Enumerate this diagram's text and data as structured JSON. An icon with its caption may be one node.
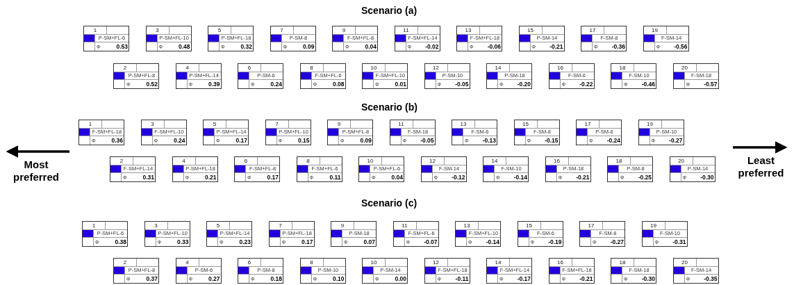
{
  "diagram": {
    "nodes": [
      {
        "text": [
          "1",
          "P-SM+FL-6",
          "Φ",
          "0.53"
        ]
      },
      {
        "text": [
          "3",
          "P-SM+FL-10",
          "Φ",
          "0.48"
        ]
      },
      {
        "text": [
          "5",
          "P-SM+FL-18",
          "Φ",
          "0.32"
        ]
      },
      {
        "text": [
          "7",
          "P-SM-8",
          "Φ",
          "0.09"
        ]
      },
      {
        "text": [
          "9",
          "F-SM+FL-8",
          "Φ",
          "0.04"
        ]
      },
      {
        "text": [
          "11",
          "F-SM+FL-14",
          "Φ",
          "-0.02"
        ]
      },
      {
        "text": [
          "13",
          "F-SM+FL-18",
          "Φ",
          "-0.06"
        ]
      },
      {
        "text": [
          "15",
          "P-SM-14",
          "Φ",
          "-0.21"
        ]
      },
      {
        "text": [
          "17",
          "F-SM-8",
          "Φ",
          "-0.36"
        ]
      },
      {
        "text": [
          "19",
          "F-SM-14",
          "Φ",
          "-0.56"
        ]
      },
      {
        "text": [
          "2",
          "P-SM+FL-8",
          "Φ",
          "0.52"
        ]
      },
      {
        "text": [
          "4",
          "P-SM+FL-14",
          "Φ",
          "0.39"
        ]
      },
      {
        "text": [
          "6",
          "P-SM-6",
          "Φ",
          "0.24"
        ]
      },
      {
        "text": [
          "8",
          "F-SM+FL-6",
          "Φ",
          "0.08"
        ]
      },
      {
        "text": [
          "10",
          "F-SM+FL-10",
          "Φ",
          "0.01"
        ]
      },
      {
        "text": [
          "12",
          "P-SM-10",
          "Φ",
          "-0.05"
        ]
      },
      {
        "text": [
          "14",
          "P-SM-18",
          "Φ",
          "-0.20"
        ]
      },
      {
        "text": [
          "16",
          "F-SM-6",
          "Φ",
          "-0.22"
        ]
      },
      {
        "text": [
          "18",
          "F-SM-10",
          "Φ",
          "-0.46"
        ]
      },
      {
        "text": [
          "20",
          "F-SM-18",
          "Φ",
          "-0.57"
        ]
      },
      {
        "text": [
          "1",
          "F-SM+FL-18",
          "Φ",
          "0.36"
        ]
      },
      {
        "text": [
          "3",
          "F-SM+FL-10",
          "Φ",
          "0.24"
        ]
      },
      {
        "text": [
          "5",
          "P-SM+FL-14",
          "Φ",
          "0.17"
        ]
      },
      {
        "text": [
          "7",
          "P-SM+FL-10",
          "Φ",
          "0.15"
        ]
      },
      {
        "text": [
          "9",
          "P-SM+FL-8",
          "Φ",
          "0.09"
        ]
      },
      {
        "text": [
          "11",
          "F-SM-18",
          "Φ",
          "-0.05"
        ]
      },
      {
        "text": [
          "13",
          "F-SM-6",
          "Φ",
          "-0.13"
        ]
      },
      {
        "text": [
          "15",
          "F-SM-8",
          "Φ",
          "-0.15"
        ]
      },
      {
        "text": [
          "17",
          "P-SM-6",
          "Φ",
          "-0.24"
        ]
      },
      {
        "text": [
          "19",
          "P-SM-10",
          "Φ",
          "-0.27"
        ]
      },
      {
        "text": [
          "2",
          "F-SM+FL-14",
          "Φ",
          "0.31"
        ]
      },
      {
        "text": [
          "4",
          "P-SM+FL-18",
          "Φ",
          "0.21"
        ]
      },
      {
        "text": [
          "6",
          "F-SM+FL-8",
          "Φ",
          "0.17"
        ]
      },
      {
        "text": [
          "8",
          "F-SM+FL-6",
          "Φ",
          "0.11"
        ]
      },
      {
        "text": [
          "10",
          "P-SM+FL-6",
          "Φ",
          "0.04"
        ]
      },
      {
        "text": [
          "12",
          "F-SM-14",
          "Φ",
          "-0.12"
        ]
      },
      {
        "text": [
          "14",
          "F-SM-10",
          "Φ",
          "-0.14"
        ]
      },
      {
        "text": [
          "16",
          "P-SM-18",
          "Φ",
          "-0.21"
        ]
      },
      {
        "text": [
          "18",
          "P-SM-8",
          "Φ",
          "-0.25"
        ]
      },
      {
        "text": [
          "20",
          "P-SM-14",
          "Φ",
          "-0.30"
        ]
      },
      {
        "text": [
          "1",
          "P-SM+FL-6",
          "Φ",
          "0.38"
        ]
      },
      {
        "text": [
          "3",
          "P-SM+FL-10",
          "Φ",
          "0.33"
        ]
      },
      {
        "text": [
          "5",
          "P-SM+FL-14",
          "Φ",
          "0.23"
        ]
      },
      {
        "text": [
          "7",
          "P-SM+FL-18",
          "Φ",
          "0.17"
        ]
      },
      {
        "text": [
          "9",
          "P-SM-18",
          "Φ",
          "0.07"
        ]
      },
      {
        "text": [
          "11",
          "F-SM+FL-6",
          "Φ",
          "-0.07"
        ]
      },
      {
        "text": [
          "13",
          "F-SM+FL-10",
          "Φ",
          "-0.14"
        ]
      },
      {
        "text": [
          "15",
          "F-SM-6",
          "Φ",
          "-0.19"
        ]
      },
      {
        "text": [
          "17",
          "F-SM-8",
          "Φ",
          "-0.27"
        ]
      },
      {
        "text": [
          "19",
          "F-SM-10",
          "Φ",
          "-0.31"
        ]
      },
      {
        "text": [
          "2",
          "P-SM+FL-8",
          "Φ",
          "0.37"
        ]
      },
      {
        "text": [
          "4",
          "P-SM-6",
          "Φ",
          "0.27"
        ]
      },
      {
        "text": [
          "6",
          "P-SM-8",
          "Φ",
          "0.18"
        ]
      },
      {
        "text": [
          "8",
          "P-SM-10",
          "Φ",
          "0.10"
        ]
      },
      {
        "text": [
          "10",
          "P-SM-14",
          "Φ",
          "0.00"
        ]
      },
      {
        "text": [
          "12",
          "F-SM+FL-18",
          "Φ",
          "-0.11"
        ]
      },
      {
        "text": [
          "14",
          "F-SM+FL-14",
          "Φ",
          "-0.17"
        ]
      },
      {
        "text": [
          "16",
          "F-SM+FL-18",
          "Φ",
          "-0.21"
        ]
      },
      {
        "text": [
          "18",
          "F-SM-18",
          "Φ",
          "-0.30"
        ]
      },
      {
        "text": [
          "20",
          "F-SM-14",
          "Φ",
          "-0.35"
        ]
      }
    ],
    "labels": [
      "Scenario (a)",
      "Scenario (b)",
      "Most preferred",
      "Least preferred",
      "Scenario (c)"
    ]
  }
}
